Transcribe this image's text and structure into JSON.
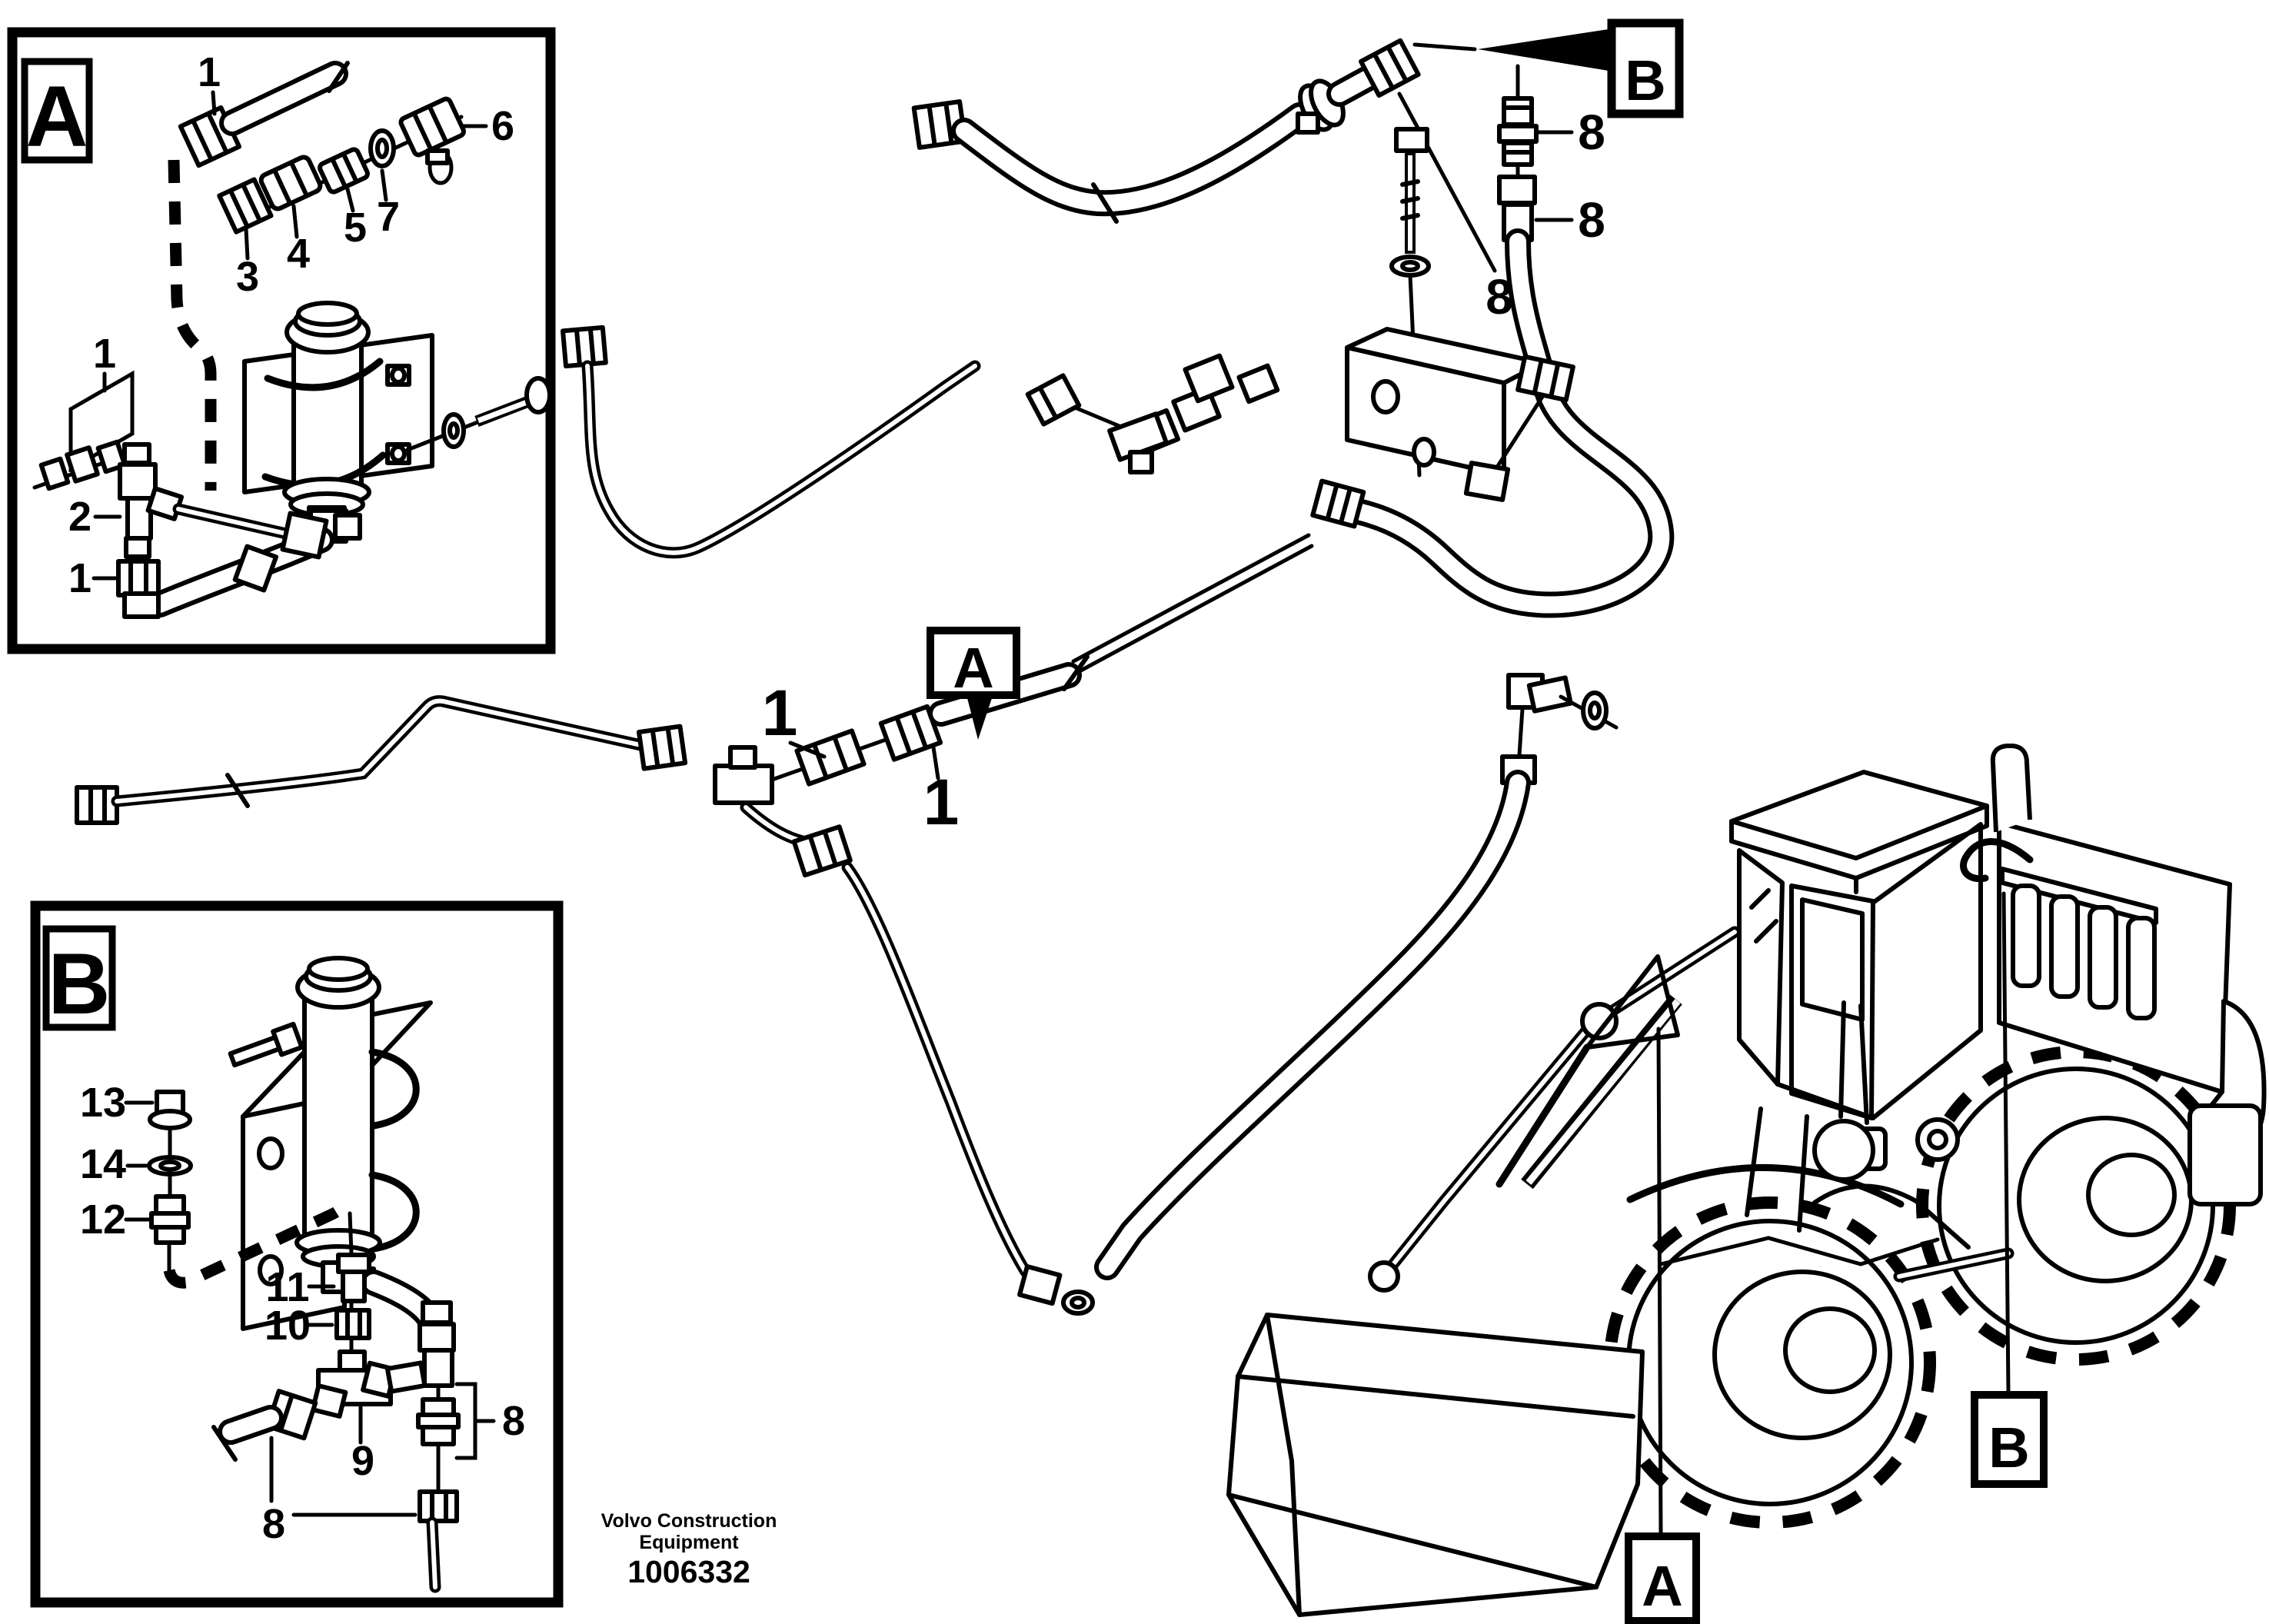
{
  "page": {
    "background": "#ffffff",
    "ink": "#000000"
  },
  "footer": {
    "brand_line1": "Volvo Construction",
    "brand_line2": "Equipment",
    "figure_number": "1006332"
  },
  "detail_markers": {
    "inset_a": "A",
    "inset_b": "B",
    "view_a": "A",
    "view_b": "B",
    "machine_a": "A",
    "machine_b": "B"
  },
  "callouts": {
    "a1_top": "1",
    "a3": "3",
    "a4": "4",
    "a5": "5",
    "a7": "7",
    "a6": "6",
    "a1_group": "1",
    "a2": "2",
    "a1_elbow": "1",
    "b8_hose": "8",
    "b8_stack": "8",
    "b8_connector": "8",
    "m1_union": "1",
    "m1_hose": "1",
    "d13": "13",
    "d14": "14",
    "d12": "12",
    "d11": "11",
    "d10": "10",
    "d9": "9",
    "d8_pair": "8",
    "d8_hose": "8"
  }
}
